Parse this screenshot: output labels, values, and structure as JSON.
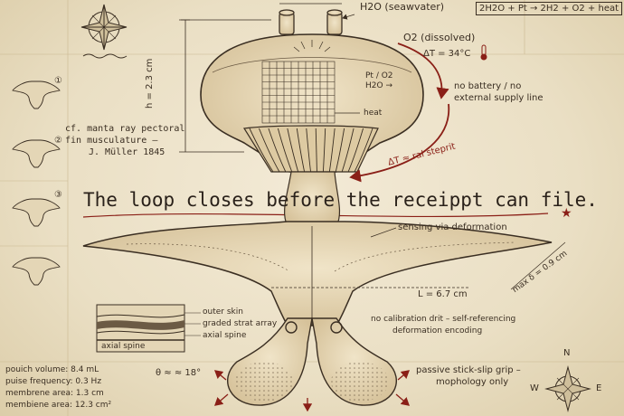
{
  "labels": {
    "dimension_top": "",
    "h2o": "H2O (seawvater)",
    "equation": "2H2O + Pt → 2H2 + O2 + heat",
    "o2": "O2 (dissolved)",
    "delta_t": "ΔT = 34°C",
    "pt_o2": "Pt / O2",
    "h2o_arrow": "H2O →",
    "heat": "heat",
    "no_battery_1": "no battery / no",
    "no_battery_2": "external supply line",
    "height": "h = 2.3 cm",
    "cf_1": "cf. manta ray pectoral",
    "cf_2": "fin musculature –",
    "cf_3": "J. Müller 1845",
    "step_num_1": "①",
    "step_num_2": "②",
    "step_num_3": "③",
    "delta_t_steps": "ΔT ≈ ral steprit",
    "headline": "The loop closes before the receippt can file.",
    "sensing": "sensing via deformation",
    "length": "L = 6.7 cm",
    "max_delta": "max δ = 0.9 cm",
    "outer_skin": "outer skin",
    "graded_strat": "graded strat array",
    "axial_spine_1": "axial spine",
    "axial_spine_2": "axial spine",
    "no_calibration_1": "no calibration drit – self-referencing",
    "no_calibration_2": "deformation encoding",
    "theta": "θ ≈ ≈ 18°",
    "passive_1": "passive stick-slip grip –",
    "passive_2": "mophology only",
    "compass_n": "N",
    "compass_w": "W",
    "compass_e": "E"
  },
  "specs": [
    "pouich volume: 8.4 mL",
    "puise frequency: 0.3 Hz",
    "membrene area: 1.3 cm",
    "membiene area: 12.3 cm²"
  ],
  "colors": {
    "paper": "#eadfc6",
    "ink": "#3a2e22",
    "accent_red": "#8a1f17"
  }
}
